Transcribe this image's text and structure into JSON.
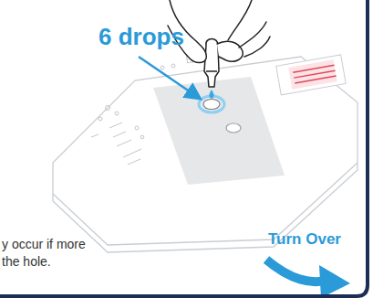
{
  "diagram": {
    "labels": [
      "6 drops",
      "y occur if more the hole.",
      "Turn Over"
    ]
  }
}
